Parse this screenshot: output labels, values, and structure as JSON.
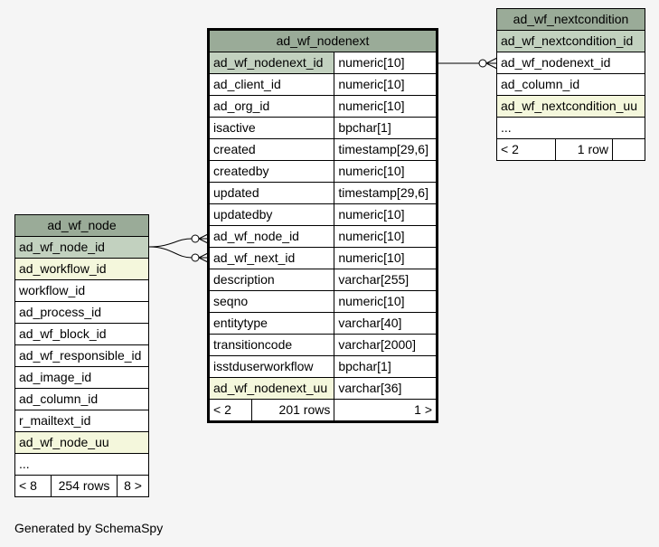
{
  "nodenext": {
    "title": "ad_wf_nodenext",
    "columns": [
      {
        "name": "ad_wf_nodenext_id",
        "type": "numeric[10]"
      },
      {
        "name": "ad_client_id",
        "type": "numeric[10]"
      },
      {
        "name": "ad_org_id",
        "type": "numeric[10]"
      },
      {
        "name": "isactive",
        "type": "bpchar[1]"
      },
      {
        "name": "created",
        "type": "timestamp[29,6]"
      },
      {
        "name": "createdby",
        "type": "numeric[10]"
      },
      {
        "name": "updated",
        "type": "timestamp[29,6]"
      },
      {
        "name": "updatedby",
        "type": "numeric[10]"
      },
      {
        "name": "ad_wf_node_id",
        "type": "numeric[10]"
      },
      {
        "name": "ad_wf_next_id",
        "type": "numeric[10]"
      },
      {
        "name": "description",
        "type": "varchar[255]"
      },
      {
        "name": "seqno",
        "type": "numeric[10]"
      },
      {
        "name": "entitytype",
        "type": "varchar[40]"
      },
      {
        "name": "transitioncode",
        "type": "varchar[2000]"
      },
      {
        "name": "isstduserworkflow",
        "type": "bpchar[1]"
      },
      {
        "name": "ad_wf_nodenext_uu",
        "type": "varchar[36]"
      }
    ],
    "footer": {
      "left": "< 2",
      "mid": "201 rows",
      "right": "1 >"
    }
  },
  "nextcondition": {
    "title": "ad_wf_nextcondition",
    "columns": [
      "ad_wf_nextcondition_id",
      "ad_wf_nodenext_id",
      "ad_column_id",
      "ad_wf_nextcondition_uu",
      "..."
    ],
    "footer": {
      "left": "< 2",
      "mid": "1 row",
      "right": ""
    }
  },
  "node": {
    "title": "ad_wf_node",
    "columns": [
      "ad_wf_node_id",
      "ad_workflow_id",
      "workflow_id",
      "ad_process_id",
      "ad_wf_block_id",
      "ad_wf_responsible_id",
      "ad_image_id",
      "ad_column_id",
      "r_mailtext_id",
      "ad_wf_node_uu",
      "..."
    ],
    "footer": {
      "left": "< 8",
      "mid": "254 rows",
      "right": "8 >"
    }
  },
  "footer_text": "Generated by SchemaSpy"
}
